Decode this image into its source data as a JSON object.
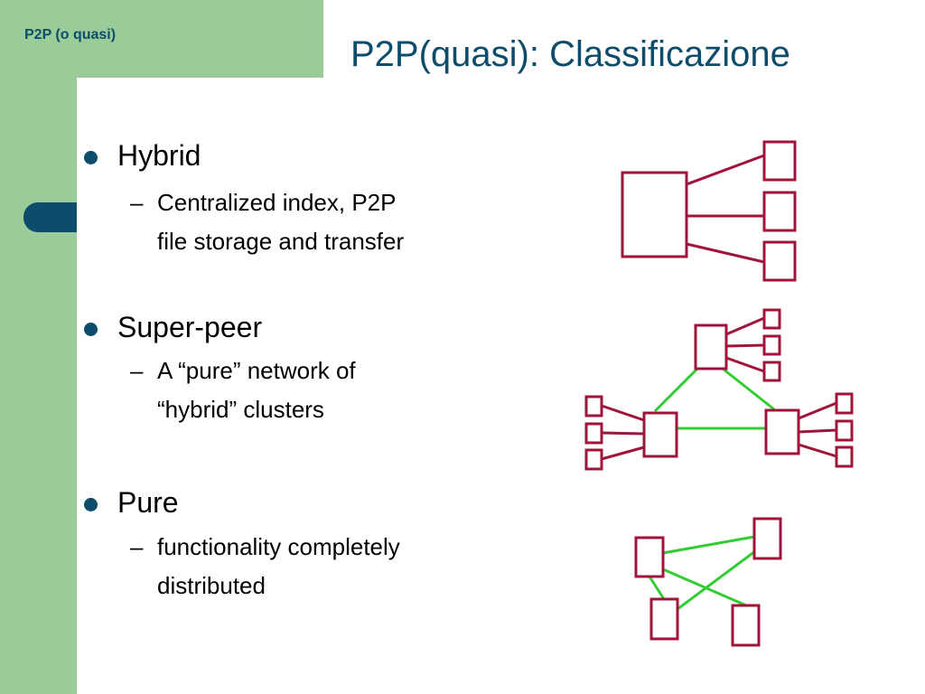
{
  "header": {
    "section_label": "P2P (o quasi)",
    "title": "P2P(quasi): Classificazione"
  },
  "bullets": [
    {
      "label": "Hybrid",
      "sub_line1": "Centralized index, P2P",
      "sub_line2": "file storage and transfer"
    },
    {
      "label": "Super-peer",
      "sub_line1": "A “pure” network of",
      "sub_line2": "“hybrid” clusters"
    },
    {
      "label": "Pure",
      "sub_line1": "functionality completely",
      "sub_line2": "distributed"
    }
  ],
  "sub_dash": "–",
  "colors": {
    "band": "#99cc99",
    "accent": "#0d4d6b",
    "node": "#a0143c",
    "peer_link": "#33cc33"
  }
}
